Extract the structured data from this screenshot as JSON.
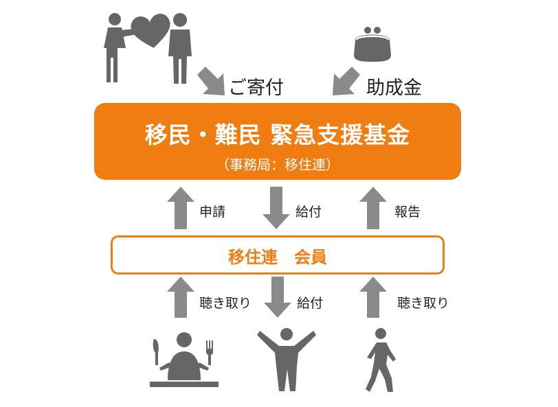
{
  "top": {
    "donation_label": "ご寄付",
    "grant_label": "助成金"
  },
  "fund": {
    "title": "移民・難民 緊急支援基金",
    "subtitle": "（事務局：移住連）"
  },
  "middle_flows": {
    "apply": "申請",
    "payment": "給付",
    "report": "報告"
  },
  "member": {
    "label": "移住連　会員"
  },
  "bottom_flows": {
    "hearing_left": "聴き取り",
    "payment": "給付",
    "hearing_right": "聴き取り"
  },
  "colors": {
    "accent": "#f07d12",
    "figure_gray": "#666666",
    "arrow_gray": "#8a8a8a"
  },
  "icons": [
    "donors-heart-icon",
    "coin-purse-icon",
    "diner-person-icon",
    "cheering-person-icon",
    "walking-person-icon"
  ]
}
